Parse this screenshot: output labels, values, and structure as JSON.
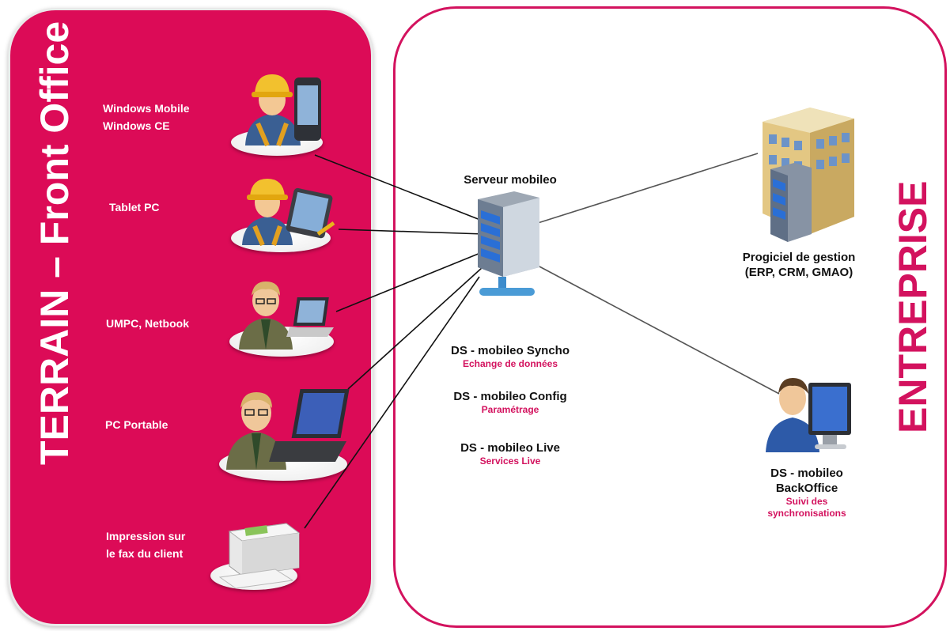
{
  "terrain": {
    "title": "TERRAIN – Front Office",
    "devices": [
      {
        "label_line1": "Windows Mobile",
        "label_line2": "Windows CE",
        "icon": "worker-phone-icon"
      },
      {
        "label_line1": "Tablet PC",
        "icon": "worker-tablet-icon"
      },
      {
        "label_line1": "UMPC, Netbook",
        "icon": "businessman-netbook-icon"
      },
      {
        "label_line1": "PC Portable",
        "icon": "businessman-laptop-icon"
      },
      {
        "label_line1": "Impression sur",
        "label_line2": "le  fax du client",
        "icon": "printer-icon"
      }
    ]
  },
  "server": {
    "title": "Serveur  mobileo",
    "icon": "server-icon",
    "modules": [
      {
        "name": "DS - mobileo Syncho",
        "desc": "Echange de données"
      },
      {
        "name": "DS - mobileo Config",
        "desc": "Paramétrage"
      },
      {
        "name": "DS - mobileo Live",
        "desc": "Services Live"
      }
    ]
  },
  "entreprise": {
    "title": "ENTREPRISE",
    "progiciel": {
      "line1": "Progiciel de gestion",
      "line2": "(ERP, CRM, GMAO)",
      "icon": "office-building-server-icon"
    },
    "backoffice": {
      "line1": "DS - mobileo",
      "line2": "BackOffice",
      "desc1": "Suivi des",
      "desc2": "synchronisations",
      "icon": "user-computer-icon"
    }
  },
  "colors": {
    "accent": "#dc0b57",
    "border": "#d3125e",
    "text": "#111111"
  }
}
